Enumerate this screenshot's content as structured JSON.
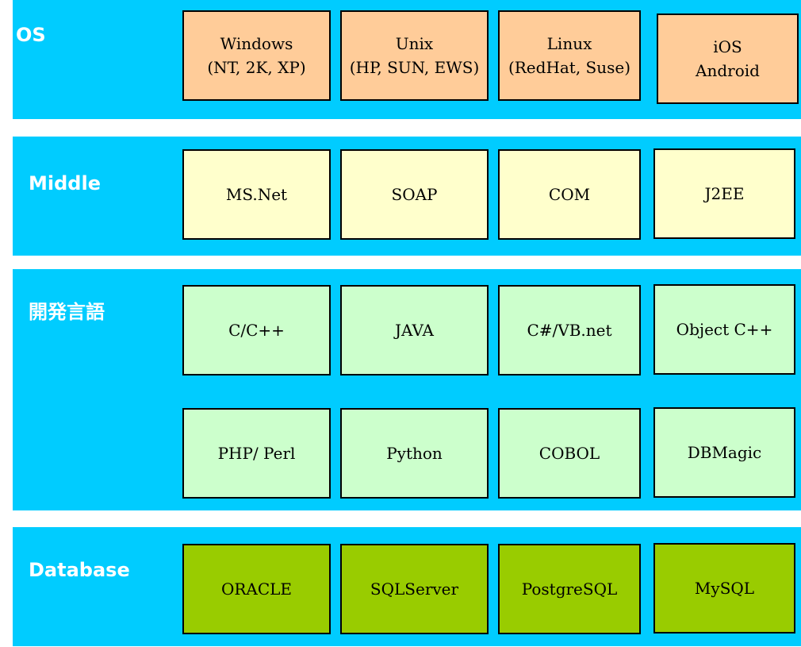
{
  "colors": {
    "band": "#00ccff",
    "os_box": "#ffcc99",
    "middle_box": "#ffffcc",
    "language_box": "#ccffcc",
    "database_box": "#99cc00"
  },
  "os": {
    "label": "OS",
    "items": [
      {
        "line1": "Windows",
        "line2": "(NT, 2K, XP)"
      },
      {
        "line1": "Unix",
        "line2": "(HP, SUN, EWS)"
      },
      {
        "line1": "Linux",
        "line2": "(RedHat, Suse)"
      },
      {
        "line1": "iOS",
        "line2": "Android"
      }
    ]
  },
  "middle": {
    "label": "Middle",
    "items": [
      "MS.Net",
      "SOAP",
      "COM",
      "J2EE"
    ]
  },
  "languages": {
    "label": "開発言語",
    "row1": [
      "C/C++",
      "JAVA",
      "C#/VB.net",
      "Object C++"
    ],
    "row2": [
      "PHP/ Perl",
      "Python",
      "COBOL",
      "DBMagic"
    ]
  },
  "database": {
    "label": "Database",
    "items": [
      "ORACLE",
      "SQLServer",
      "PostgreSQL",
      "MySQL"
    ]
  }
}
